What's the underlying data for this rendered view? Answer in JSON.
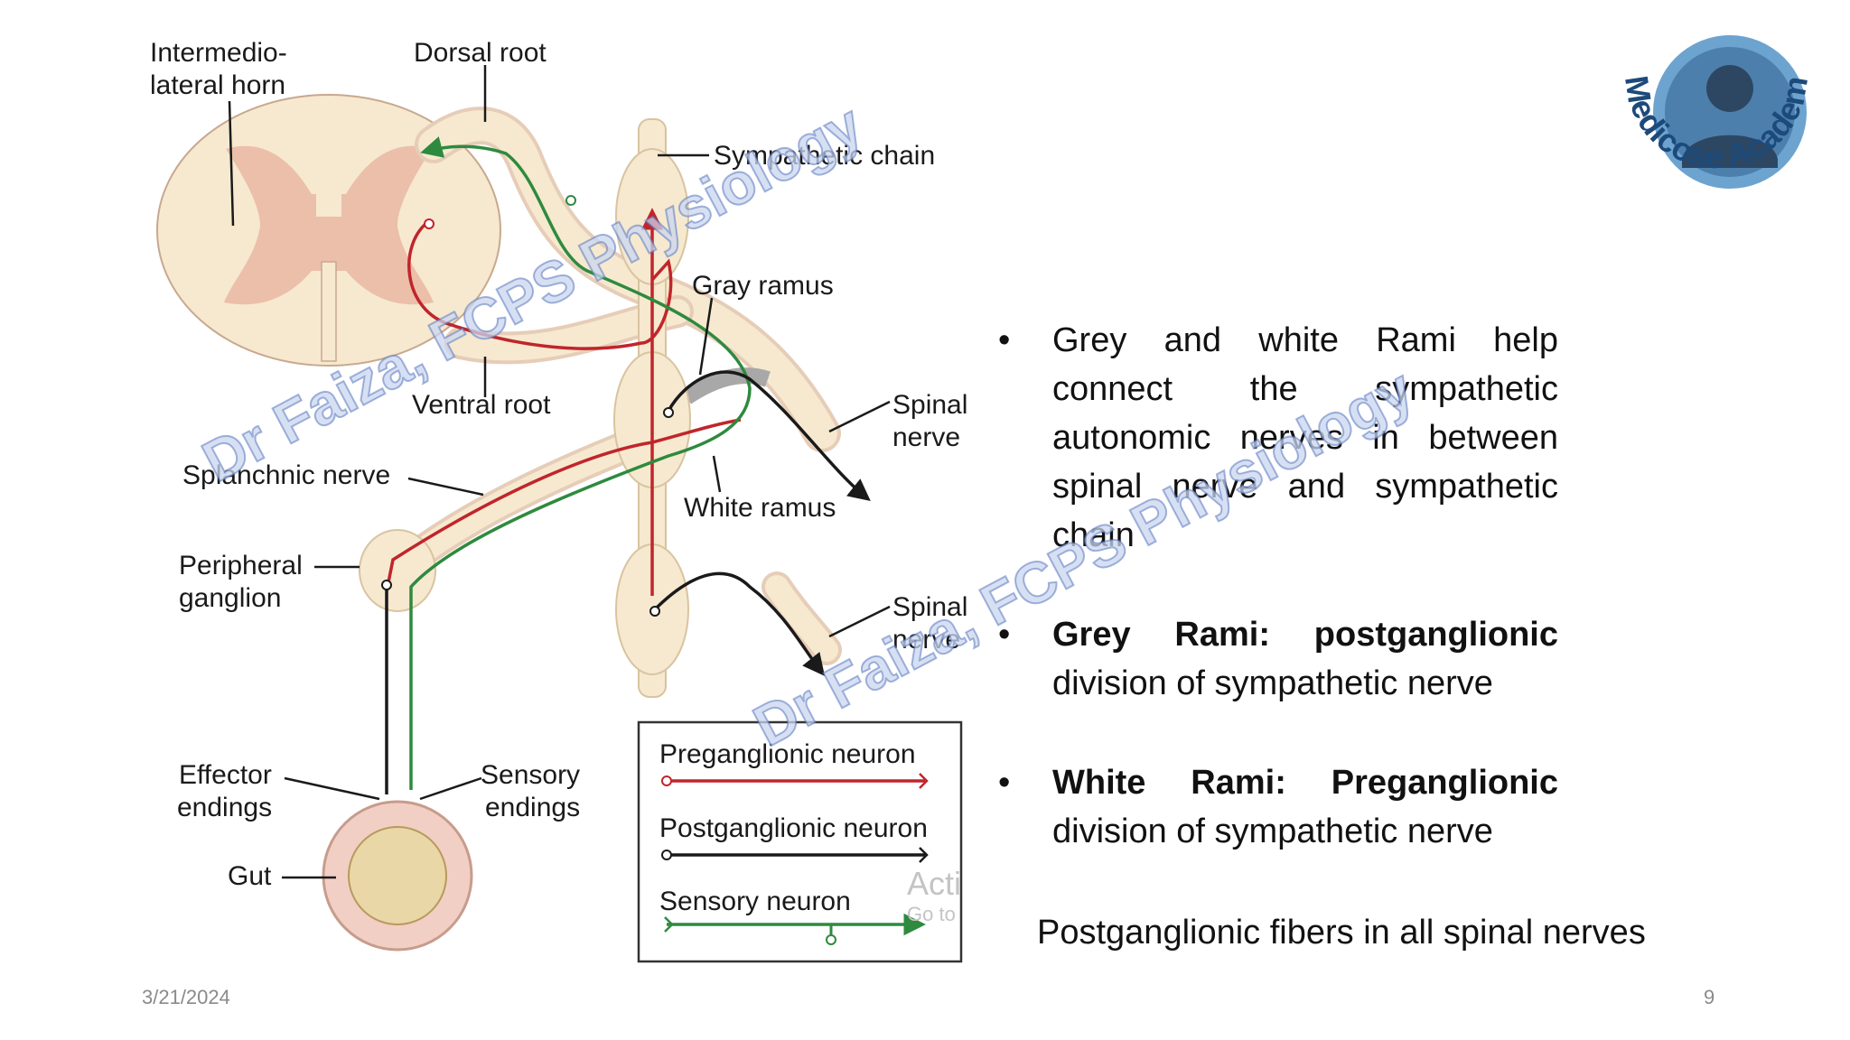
{
  "diagram": {
    "labels": {
      "intermedio_line1": "Intermedio-",
      "intermedio_line2": "lateral horn",
      "dorsal_root": "Dorsal root",
      "sympathetic_chain": "Sympathetic chain",
      "gray_ramus": "Gray ramus",
      "ventral_root": "Ventral root",
      "spinal_nerve_1a": "Spinal",
      "spinal_nerve_1b": "nerve",
      "splanchnic_nerve": "Splanchnic nerve",
      "white_ramus": "White ramus",
      "peripheral_1": "Peripheral",
      "peripheral_2": "ganglion",
      "spinal_nerve_2a": "Spinal",
      "spinal_nerve_2b": "nerve",
      "effector_1": "Effector",
      "effector_2": "endings",
      "sensory_1": "Sensory",
      "sensory_2": "endings",
      "gut": "Gut"
    },
    "legend": {
      "preganglionic": "Preganglionic neuron",
      "postganglionic": "Postganglionic neuron",
      "sensory": "Sensory neuron"
    },
    "colors": {
      "preganglionic": "#c0252b",
      "postganglionic": "#1a1a1a",
      "sensory": "#2e8a3e",
      "tissue": "#f6e9cf",
      "grey_matter": "#ebbfa9"
    }
  },
  "watermark": "Dr Faiza, FCPS Physiology",
  "activation_overlay": {
    "line1": "Acti",
    "line2": "Go to"
  },
  "logo": {
    "text": "Medicose Academics"
  },
  "bullets": [
    {
      "bold": "",
      "text": "Grey and white Rami help connect the sympathetic autonomic nerves in between spinal nerve and sympathetic chain"
    },
    {
      "bold": "Grey Rami: postganglionic",
      "text": "division of sympathetic nerve"
    },
    {
      "bold": "White Rami: Preganglionic",
      "text": "division of sympathetic nerve"
    }
  ],
  "footnote": "Postganglionic fibers in all spinal nerves",
  "footer": {
    "date": "3/21/2024",
    "page": "9"
  }
}
